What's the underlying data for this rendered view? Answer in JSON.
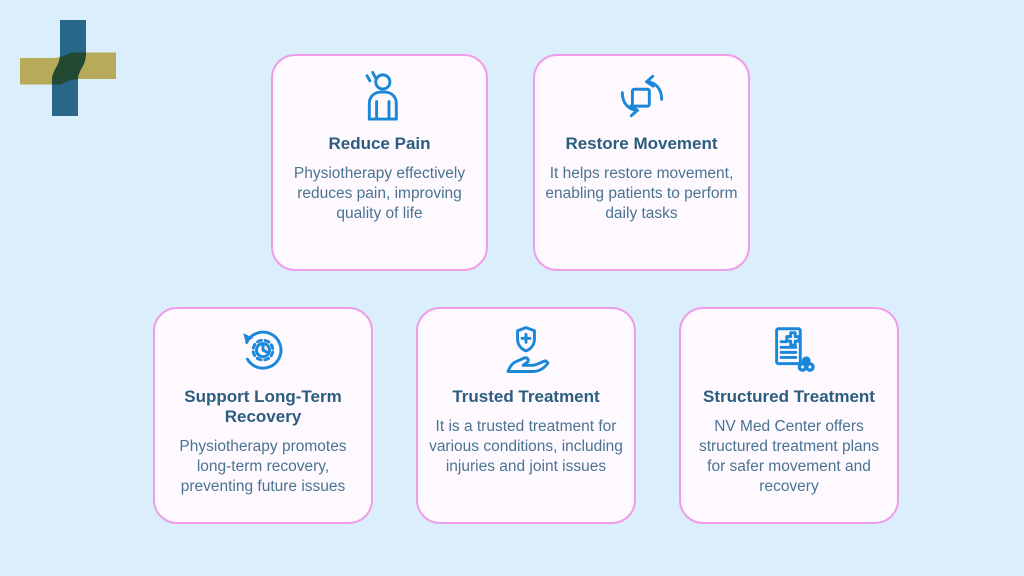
{
  "logo": {
    "name": "NV Med Center logo",
    "icon": "medical-cross-logo"
  },
  "colors": {
    "page_bg": "#daeffb",
    "card_bg": "#fdf9fe",
    "card_border": "#ef9de8",
    "icon": "#1b87d9",
    "title": "#2c5d7e",
    "body_text": "#4a7392",
    "logo_teal": "#2e6d8c",
    "logo_gold": "#d7b65c"
  },
  "cards": [
    {
      "icon": "person-pain-icon",
      "title": "Reduce Pain",
      "description": "Physiotherapy effectively reduces pain, improving quality of life"
    },
    {
      "icon": "rotate-square-icon",
      "title": "Restore Movement",
      "description": "It helps restore movement, enabling patients to perform daily tasks"
    },
    {
      "icon": "gear-clock-cycle-icon",
      "title": "Support Long-Term Recovery",
      "description": "Physiotherapy promotes long-term recovery, preventing future issues"
    },
    {
      "icon": "hand-shield-icon",
      "title": "Trusted Treatment",
      "description": "It is a trusted treatment for various conditions, including injuries and joint issues"
    },
    {
      "icon": "medical-document-pills-icon",
      "title": "Structured Treatment",
      "description": "NV Med Center offers structured treatment plans for safer movement and recovery"
    }
  ]
}
